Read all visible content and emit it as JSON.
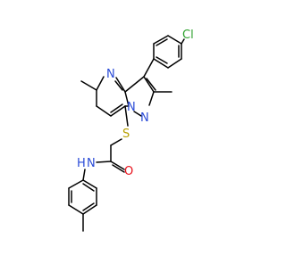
{
  "structure": {
    "atom_labels": {
      "cl": "Cl",
      "n_ring6": "N",
      "n_bridge": "N",
      "n_pyrazole": "N",
      "s": "S",
      "o": "O",
      "nh": "N",
      "h": "H"
    },
    "colors": {
      "carbon_bond": "#000000",
      "chlorine": "#2ca02c",
      "nitrogen": "#2a4bd7",
      "sulfur": "#b8a000",
      "oxygen": "#e8101a"
    }
  }
}
